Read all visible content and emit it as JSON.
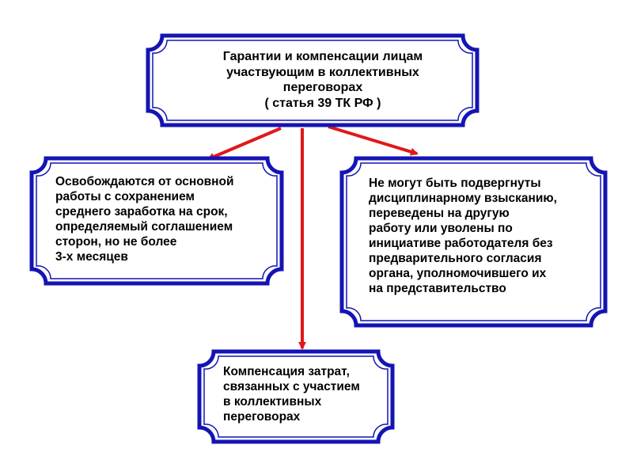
{
  "diagram": {
    "colors": {
      "frame": "#1414b4",
      "arrow": "#e01818",
      "fill": "#ffffff",
      "text": "#000000"
    },
    "nodes": {
      "top": {
        "text": "Гарантии и компенсации лицам\nучаствующим в коллективных\nпереговорах\n( статья 39 ТК РФ )"
      },
      "left": {
        "text": "Освобождаются от основной\nработы с сохранением\nсреднего заработка на срок,\nопределяемый соглашением\nсторон, но не более\n3-х месяцев"
      },
      "right": {
        "text": "Не могут быть подвергнуты\nдисциплинарному взысканию,\nпереведены на другую\nработу или уволены по\nинициативе работодателя без\nпредварительного согласия\nоргана, уполномочившего их\nна представительство"
      },
      "bottom": {
        "text": "Компенсация затрат,\nсвязанных с участием\nв коллективных\nпереговорах"
      }
    },
    "arrows": [
      {
        "from": "top",
        "to": "left",
        "icon": "arrow-icon"
      },
      {
        "from": "top",
        "to": "bottom",
        "icon": "arrow-icon"
      },
      {
        "from": "top",
        "to": "right",
        "icon": "arrow-icon"
      }
    ]
  }
}
